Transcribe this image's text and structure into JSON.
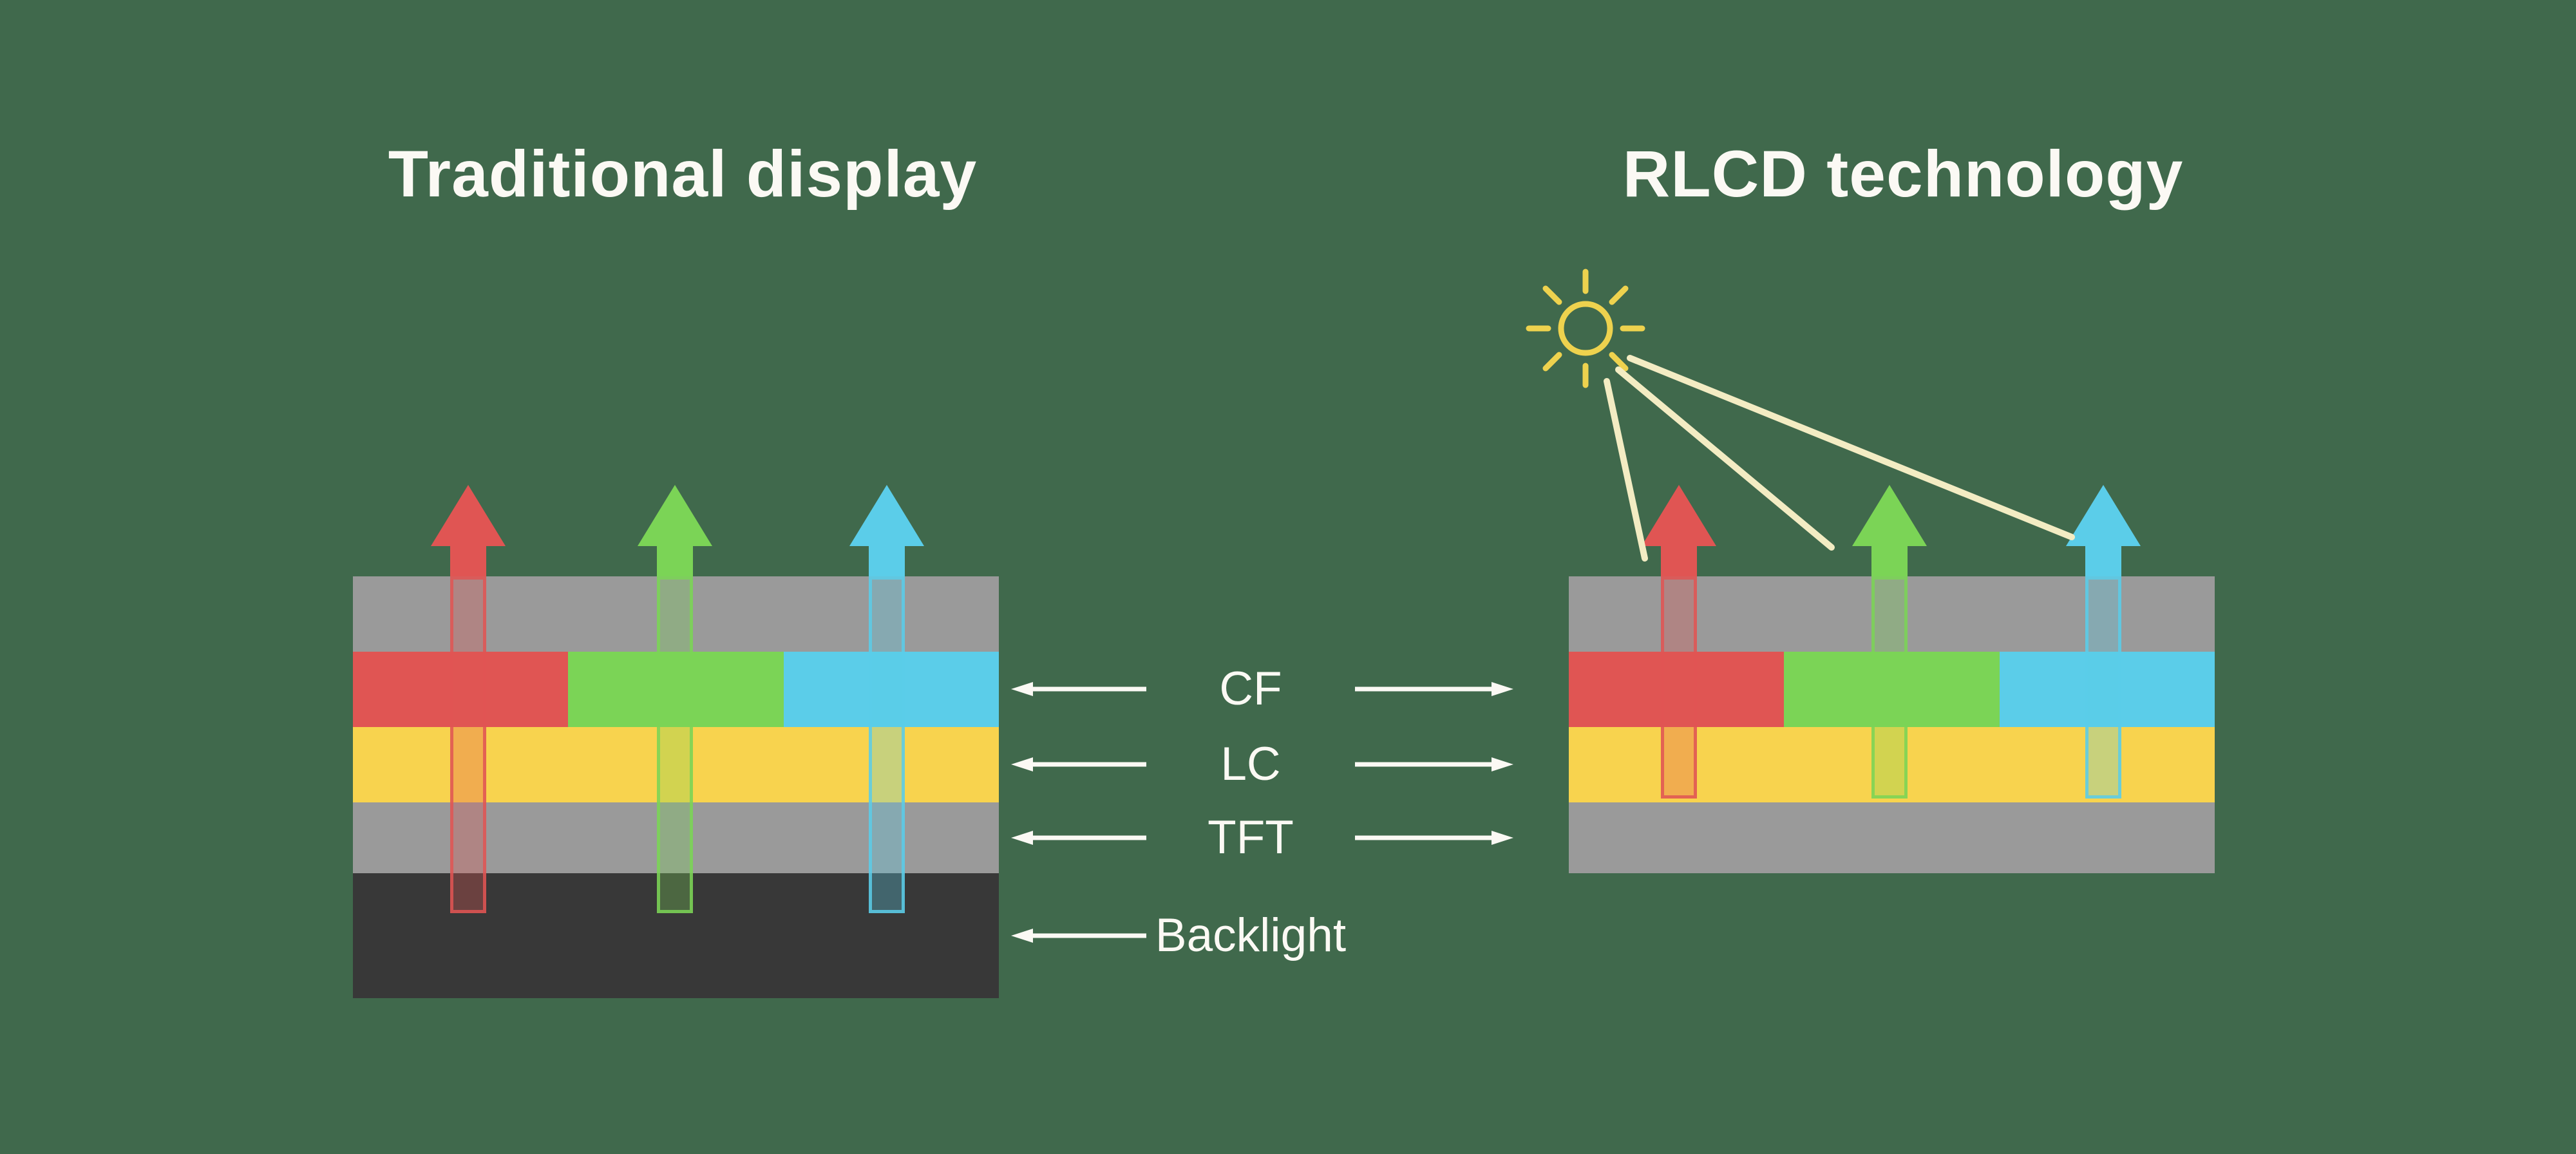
{
  "left_panel": {
    "title": "Traditional display"
  },
  "right_panel": {
    "title": "RLCD technology"
  },
  "callouts": [
    {
      "label": "CF"
    },
    {
      "label": "LC"
    },
    {
      "label": "TFT"
    },
    {
      "label": "Backlight"
    }
  ],
  "colors": {
    "background": "#40694c",
    "text": "#fbf9f4",
    "glass_gray": "#9a9a9a",
    "cf_red": "#e05553",
    "cf_green": "#7bd456",
    "cf_cyan": "#5bcde9",
    "lc_yellow": "#f8d34e",
    "backlight_dark": "#383838",
    "sun_yellow": "#eed24e",
    "sunbeam_cream": "#f3ecc3"
  }
}
